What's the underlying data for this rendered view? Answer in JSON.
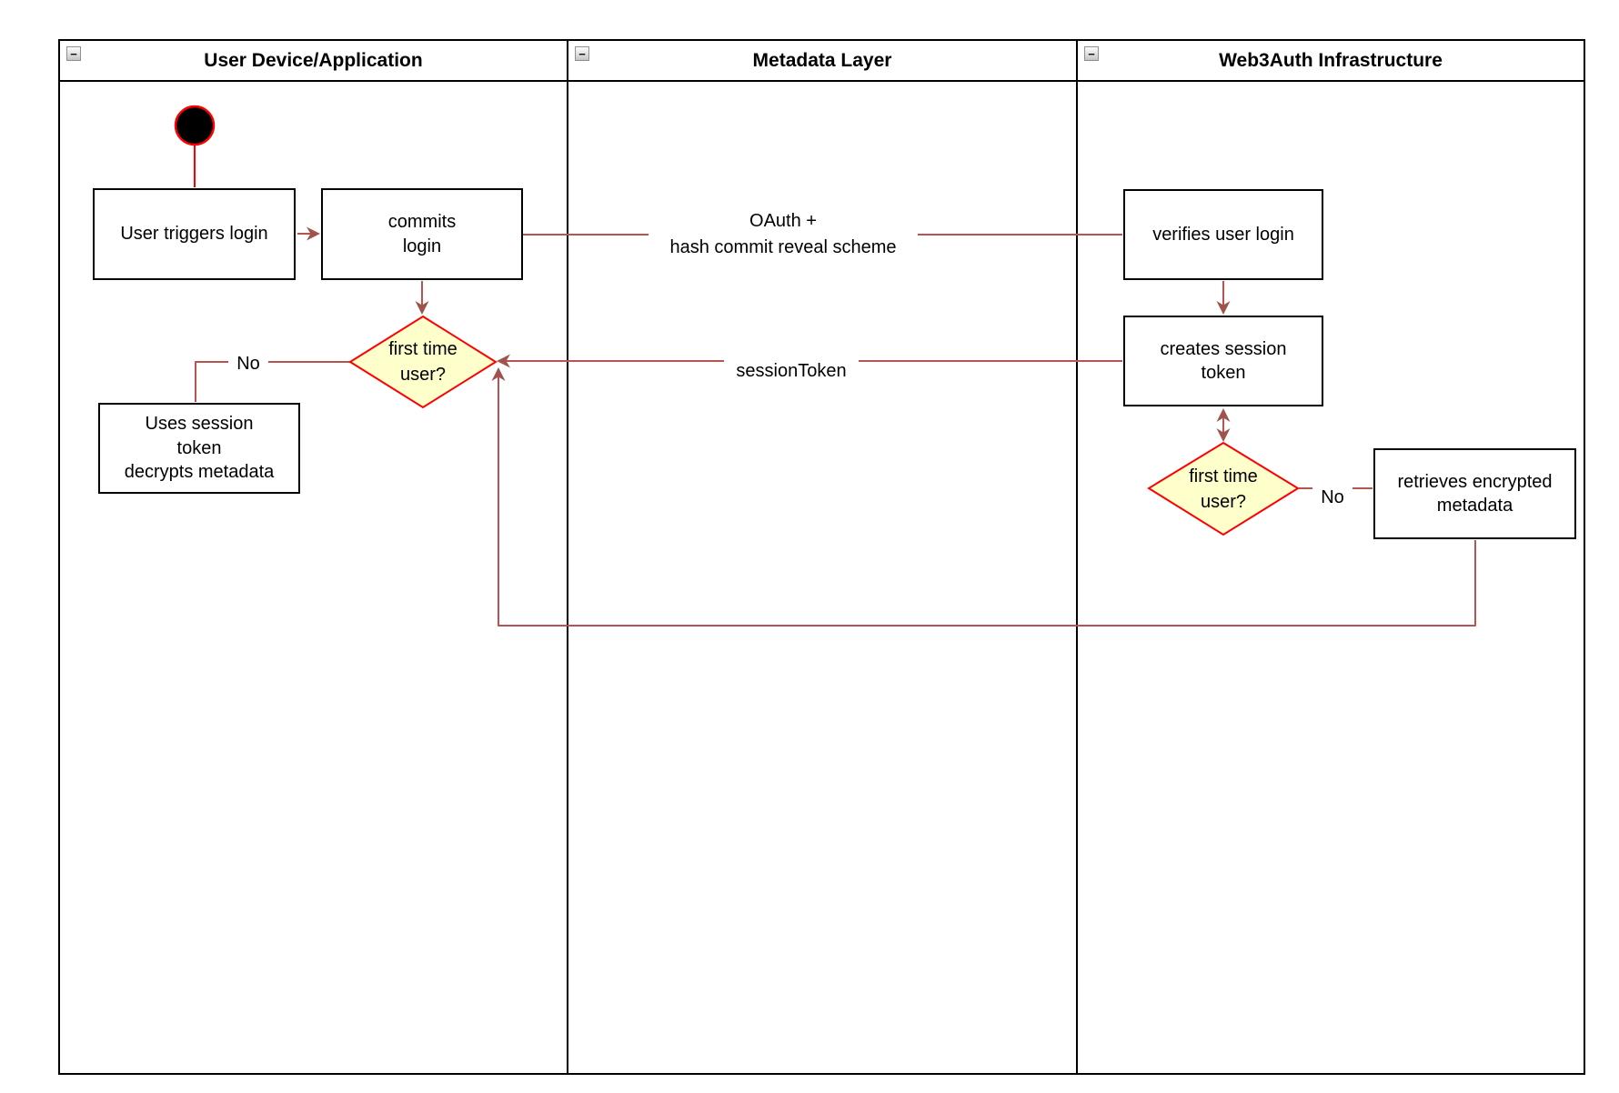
{
  "lanes": [
    {
      "title": "User Device/Application",
      "collapse_glyph": "−"
    },
    {
      "title": "Metadata Layer",
      "collapse_glyph": "−"
    },
    {
      "title": "Web3Auth Infrastructure",
      "collapse_glyph": "−"
    }
  ],
  "nodes": {
    "user_triggers_login": {
      "label": "User triggers login"
    },
    "commits_login": {
      "label": "commits\nlogin"
    },
    "first_time_user_device": {
      "label": "first time\nuser?"
    },
    "uses_session_token": {
      "label": "Uses session\ntoken\ndecrypts metadata"
    },
    "verifies_user_login": {
      "label": "verifies user login"
    },
    "creates_session_token": {
      "label": "creates session\ntoken"
    },
    "first_time_user_infra": {
      "label": "first time\nuser?"
    },
    "retrieves_encrypted_metadata": {
      "label": "retrieves encrypted\nmetadata"
    }
  },
  "edge_labels": {
    "oauth": "OAuth +\nhash commit reveal scheme",
    "session_token": "sessionToken",
    "no_device": "No",
    "no_infra": "No"
  },
  "colors": {
    "edge": "#b85450",
    "arrowhead": "#a0524d",
    "shape_red": "#ff0000",
    "diamond_fill": "#ffffcc",
    "node_border": "#000000",
    "node_fill": "#ffffff"
  }
}
